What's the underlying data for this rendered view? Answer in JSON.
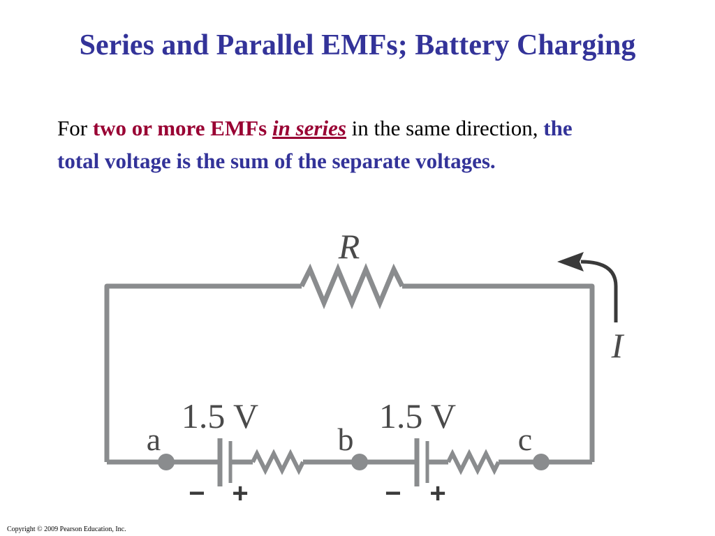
{
  "slide": {
    "title": "Series and Parallel EMFs; Battery Charging",
    "copyright": "Copyright © 2009 Pearson Education, Inc."
  },
  "body": {
    "for": "For",
    "two_or_more": "two or more EMFs",
    "in_series": "in series",
    "in_the_same": "in the same direction,",
    "conclusion": "the total voltage is the sum of the separate voltages."
  },
  "circuit": {
    "resistor_label": "R",
    "current_label": "I",
    "battery1_voltage": "1.5 V",
    "battery2_voltage": "1.5 V",
    "node_a": "a",
    "node_b": "b",
    "node_c": "c",
    "minus_sign": "−",
    "plus_sign": "+",
    "colors": {
      "wire": "#8a8c8e",
      "arrow": "#3a3a3a",
      "label": "#4a4a4a"
    }
  }
}
